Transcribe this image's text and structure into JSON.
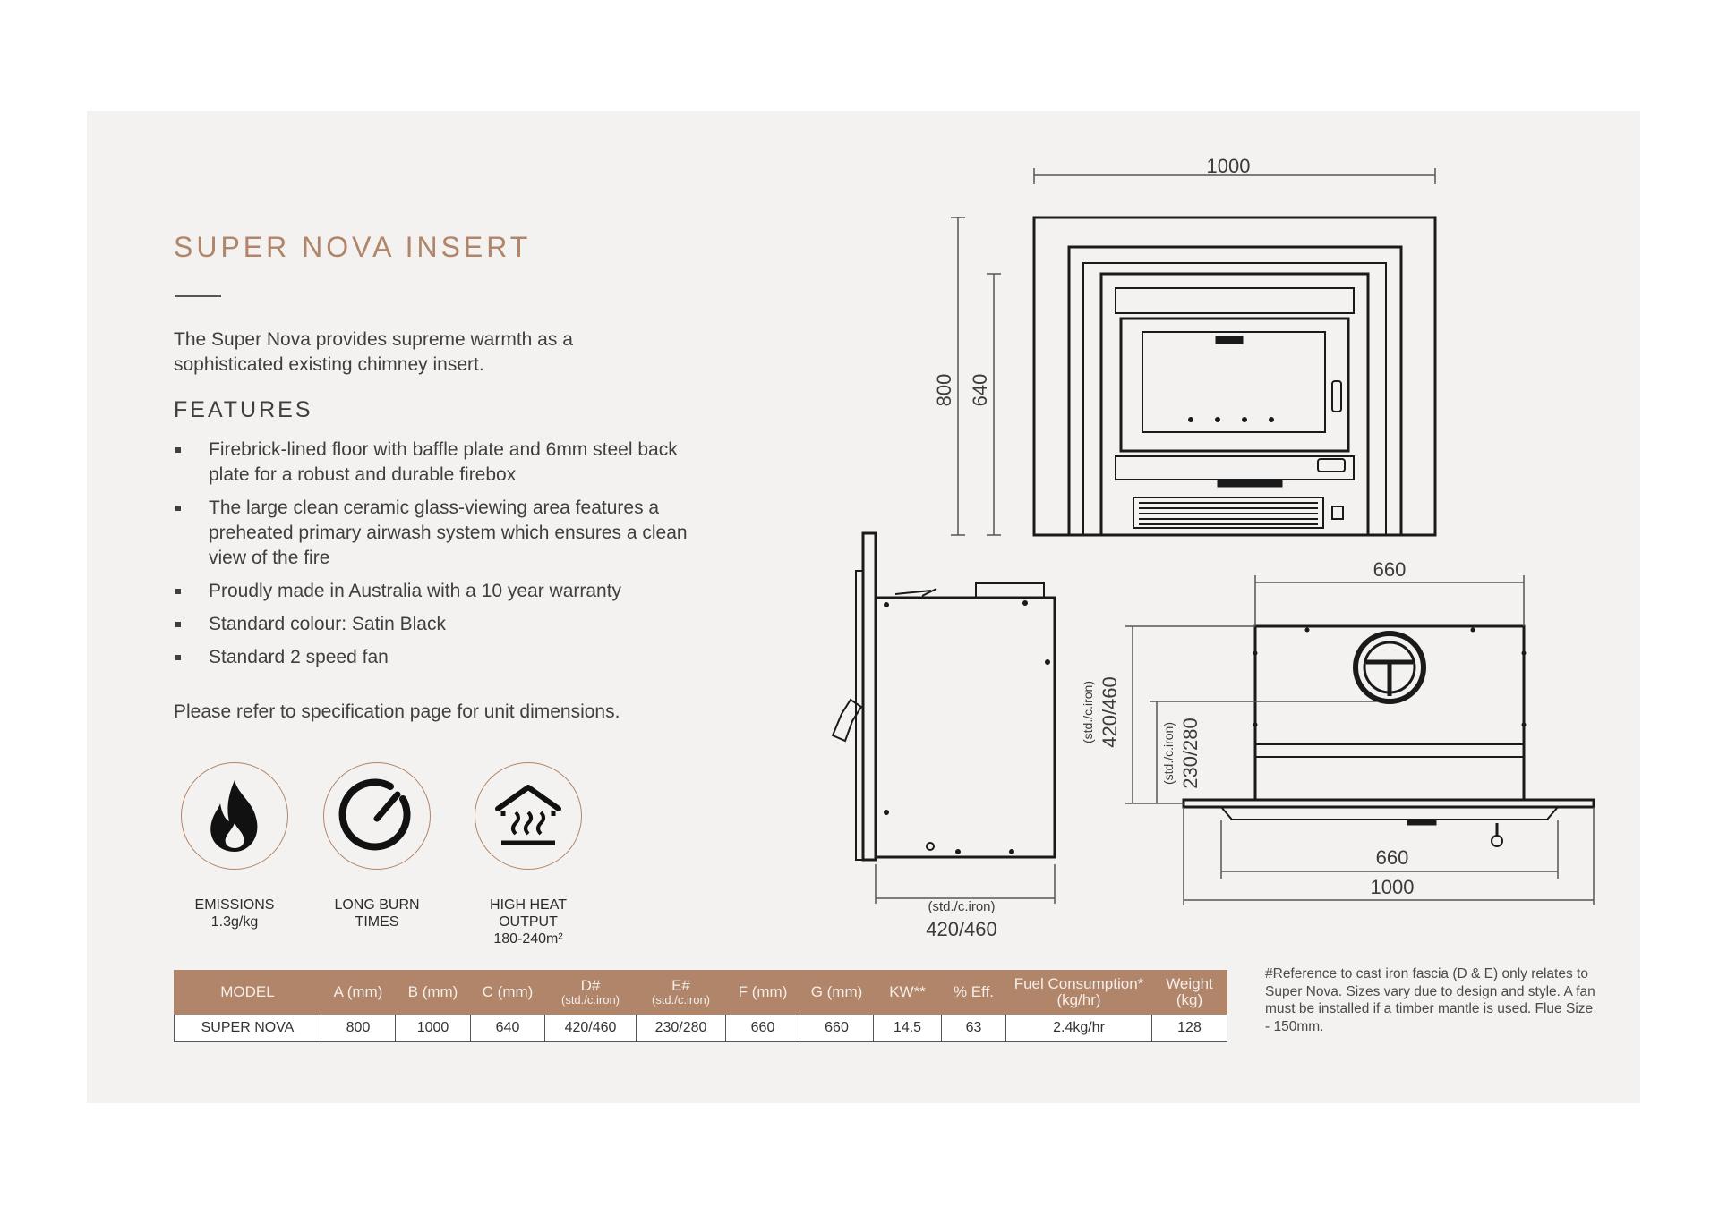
{
  "title": "SUPER NOVA INSERT",
  "intro": "The Super Nova provides supreme warmth as a sophisticated existing chimney insert.",
  "features_heading": "FEATURES",
  "features": [
    "Firebrick-lined floor with baffle plate and 6mm steel back plate for a robust and durable firebox",
    "The large clean ceramic glass-viewing area features a preheated primary airwash system which ensures a clean view of the fire",
    "Proudly made in Australia with a 10 year warranty",
    "Standard colour: Satin Black",
    "Standard 2 speed fan"
  ],
  "refer_text": "Please refer to specification page for unit dimensions.",
  "badges": [
    {
      "icon": "flame-icon",
      "label": "EMISSIONS",
      "sub": "1.3g/kg"
    },
    {
      "icon": "gauge-icon",
      "label": "LONG BURN",
      "sub": "TIMES"
    },
    {
      "icon": "house-heat-icon",
      "label": "HIGH HEAT",
      "sub": "OUTPUT",
      "sub2": "180-240m²"
    }
  ],
  "diagram": {
    "front_width": "1000",
    "front_height_outer": "800",
    "front_height_inner": "640",
    "top_width": "660",
    "top_depth_outer": "420/460",
    "top_depth_inner": "230/280",
    "top_note": "(std./c.iron)",
    "bottom_inner": "660",
    "bottom_outer": "1000",
    "side_note": "(std./c.iron)",
    "side_depth": "420/460"
  },
  "table": {
    "headers": [
      {
        "main": "MODEL",
        "sub": ""
      },
      {
        "main": "A (mm)",
        "sub": ""
      },
      {
        "main": "B (mm)",
        "sub": ""
      },
      {
        "main": "C (mm)",
        "sub": ""
      },
      {
        "main": "D#",
        "sub": "(std./c.iron)"
      },
      {
        "main": "E#",
        "sub": "(std./c.iron)"
      },
      {
        "main": "F (mm)",
        "sub": ""
      },
      {
        "main": "G (mm)",
        "sub": ""
      },
      {
        "main": "KW**",
        "sub": ""
      },
      {
        "main": "% Eff.",
        "sub": ""
      },
      {
        "main": "Fuel Consumption*",
        "sub": "(kg/hr)"
      },
      {
        "main": "Weight",
        "sub": "(kg)"
      }
    ],
    "row": [
      "SUPER NOVA",
      "800",
      "1000",
      "640",
      "420/460",
      "230/280",
      "660",
      "660",
      "14.5",
      "63",
      "2.4kg/hr",
      "128"
    ]
  },
  "footnote": "#Reference to cast iron fascia (D & E) only relates to Super Nova. Sizes vary due to design and style. A fan must be installed if a timber mantle is used. Flue Size - 150mm.",
  "colors": {
    "accent": "#b0856a",
    "panel": "#f3f2f0",
    "text": "#3b3b3b"
  }
}
